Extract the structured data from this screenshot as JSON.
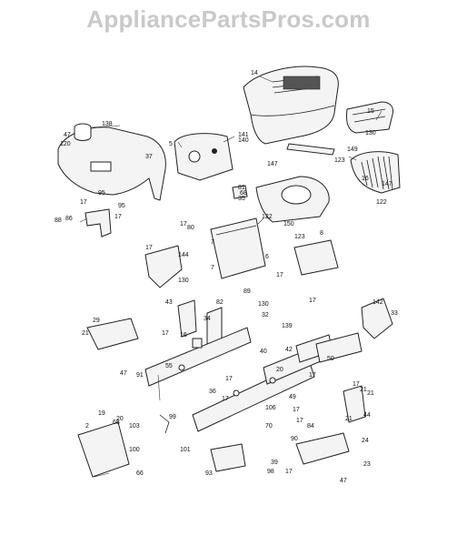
{
  "watermark": "AppliancePartsPros.com",
  "part_labels": [
    "14",
    "138",
    "47",
    "120",
    "141",
    "140",
    "37",
    "5",
    "15",
    "130",
    "149",
    "147",
    "123",
    "16",
    "147",
    "122",
    "95",
    "17",
    "95",
    "86",
    "17",
    "68",
    "81",
    "35",
    "17",
    "80",
    "122",
    "150",
    "123",
    "8",
    "7",
    "7",
    "6",
    "17",
    "89",
    "17",
    "144",
    "130",
    "88",
    "43",
    "82",
    "34",
    "130",
    "17",
    "32",
    "142",
    "33",
    "139",
    "29",
    "21",
    "16",
    "17",
    "55",
    "40",
    "42",
    "50",
    "17",
    "47",
    "91",
    "17",
    "20",
    "36",
    "17",
    "21",
    "44",
    "17",
    "21",
    "99",
    "106",
    "49",
    "17",
    "17",
    "70",
    "19",
    "20",
    "2",
    "68",
    "103",
    "100",
    "101",
    "93",
    "84",
    "90",
    "21",
    "24",
    "98",
    "17",
    "66",
    "39",
    "23",
    "47"
  ]
}
